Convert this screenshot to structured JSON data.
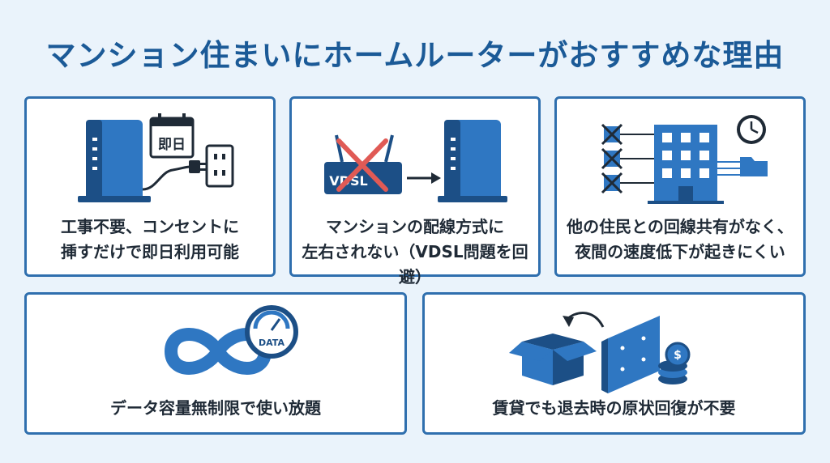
{
  "title": "マンション住まいにホームルーターがおすすめな理由",
  "cards": [
    {
      "line1": "工事不要、コンセントに",
      "line2": "挿すだけで即日利用可能",
      "calendar_text": "即日",
      "icons": [
        "router-icon",
        "calendar-icon",
        "power-outlet-icon",
        "plug-icon"
      ]
    },
    {
      "line1": "マンションの配線方式に",
      "line2": "左右されない（VDSL問題を回避）",
      "modem_label": "VDSL",
      "icons": [
        "vdsl-modem-icon",
        "cross-icon",
        "arrow-right-icon",
        "router-icon"
      ]
    },
    {
      "line1": "他の住民との回線共有がなく、",
      "line2": "夜間の速度低下が起きにくい",
      "icons": [
        "crossed-line-icon",
        "building-icon",
        "clock-icon",
        "folder-icon"
      ]
    },
    {
      "line1": "データ容量無制限で使い放題",
      "gauge_label": "DATA",
      "icons": [
        "infinity-icon",
        "speed-gauge-icon"
      ]
    },
    {
      "line1": "賃貸でも退去時の原状回復が不要",
      "icons": [
        "box-icon",
        "wall-panel-icon",
        "coins-icon",
        "curved-arrow-icon"
      ]
    }
  ],
  "colors": {
    "background": "#eaf3fb",
    "title": "#1b5a97",
    "border": "#2f6fae",
    "icon_blue": "#2f77c2",
    "icon_dark": "#1c4f86",
    "cross_red": "#e05a55"
  }
}
